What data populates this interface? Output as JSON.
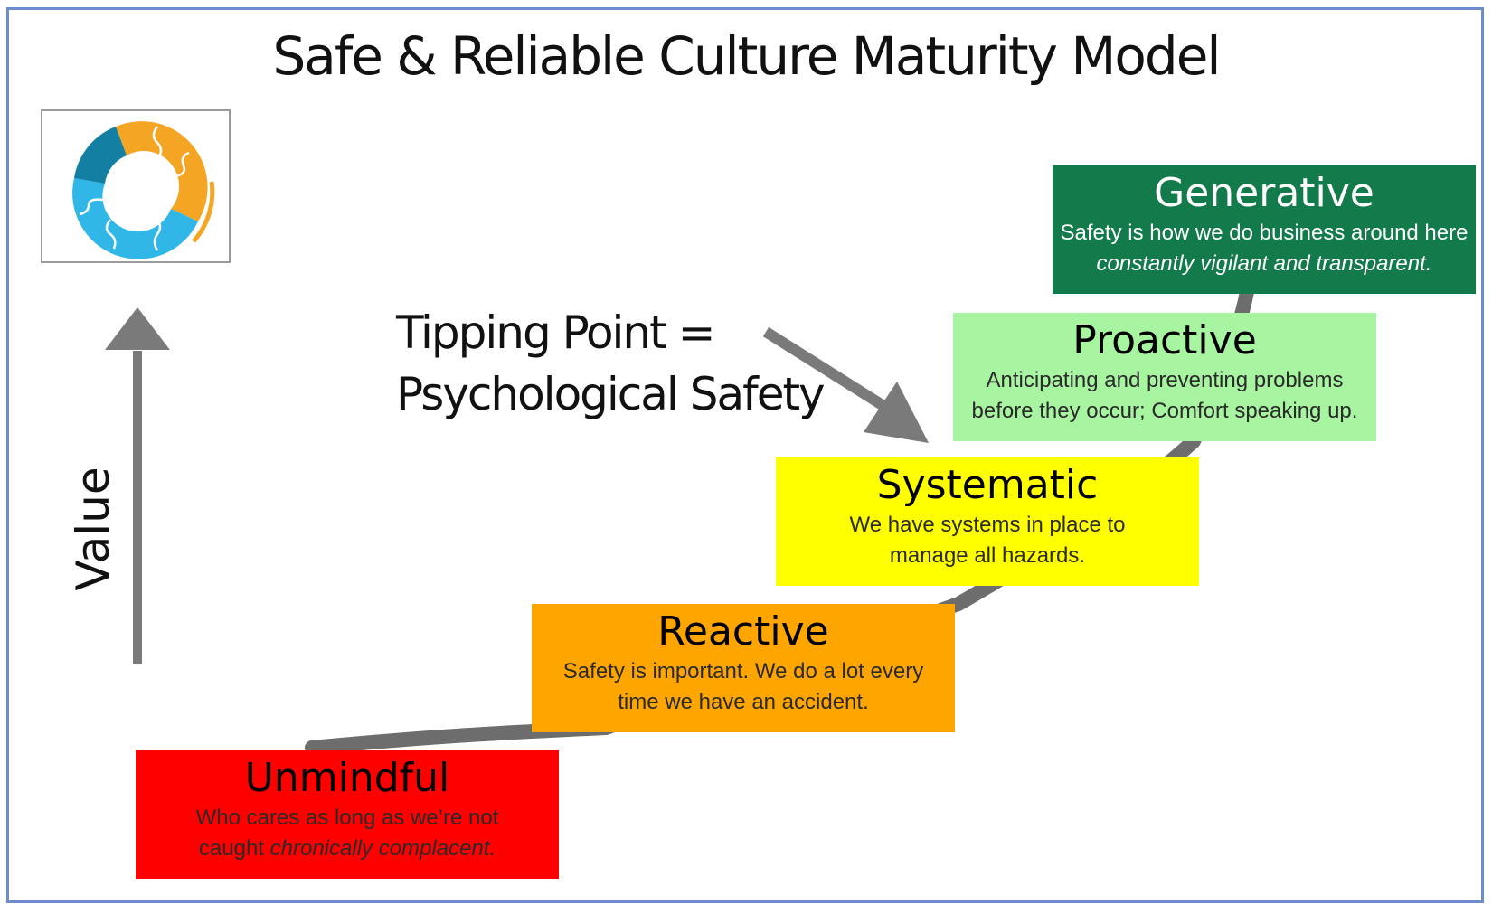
{
  "title": "Safe & Reliable Culture Maturity Model",
  "axis": {
    "label": "Value"
  },
  "logo": {
    "icon": "circular-puzzle-ring-icon",
    "colors": [
      "#f5a524",
      "#31b6e8",
      "#137fa3"
    ]
  },
  "tipping_point": {
    "line1": "Tipping Point =",
    "line2": "Psychological Safety"
  },
  "colors": {
    "path": "#6d6d6d",
    "arrow": "#7a7a7a",
    "frame": "#6b8ccf"
  },
  "stages": [
    {
      "name": "Unmindful",
      "desc": "Who cares as long as we’re not",
      "desc2": "caught ",
      "desc2_italic": "chronically complacent.",
      "color": "#ff0000"
    },
    {
      "name": "Reactive",
      "desc": "Safety is important. We do a lot every",
      "desc2": "time we have an accident.",
      "desc2_italic": "",
      "color": "#ffa500"
    },
    {
      "name": "Systematic",
      "desc": "We have systems in place to",
      "desc2": "manage all hazards.",
      "desc2_italic": "",
      "color": "#ffff00"
    },
    {
      "name": "Proactive",
      "desc": "Anticipating and preventing problems",
      "desc2": "before they occur; Comfort speaking up.",
      "desc2_italic": "",
      "color": "#a7f5a0"
    },
    {
      "name": "Generative",
      "desc": "Safety is how we do business around here",
      "desc2": "",
      "desc2_italic": "constantly vigilant and transparent.",
      "color": "#137a4b"
    }
  ]
}
